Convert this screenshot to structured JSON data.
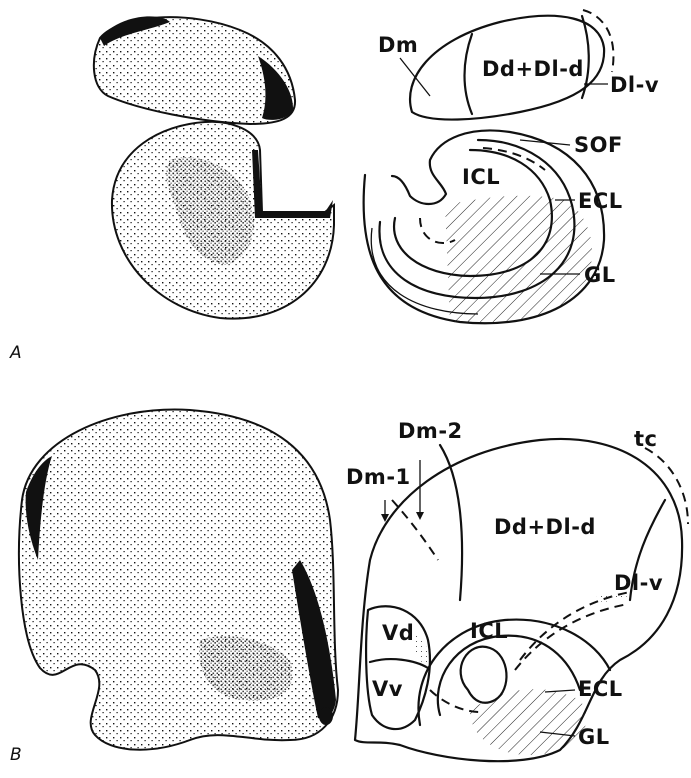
{
  "panels": [
    "A",
    "B"
  ],
  "panel_a": {
    "labels": {
      "dm": "Dm",
      "dd_dl_d": "Dd+Dl-d",
      "dl_v": "Dl-v",
      "sof": "SOF",
      "icl": "ICL",
      "ecl": "ECL",
      "gl": "GL"
    }
  },
  "panel_b": {
    "labels": {
      "dm2": "Dm-2",
      "dm1": "Dm-1",
      "tc": "tc",
      "dd_dl_d": "Dd+Dl-d",
      "dl_v": "Dl-v",
      "vd": "Vd",
      "vv": "Vv",
      "icl": "ICL",
      "ecl": "ECL",
      "gl": "GL"
    }
  },
  "colors": {
    "ink": "#111111",
    "background": "#ffffff"
  }
}
